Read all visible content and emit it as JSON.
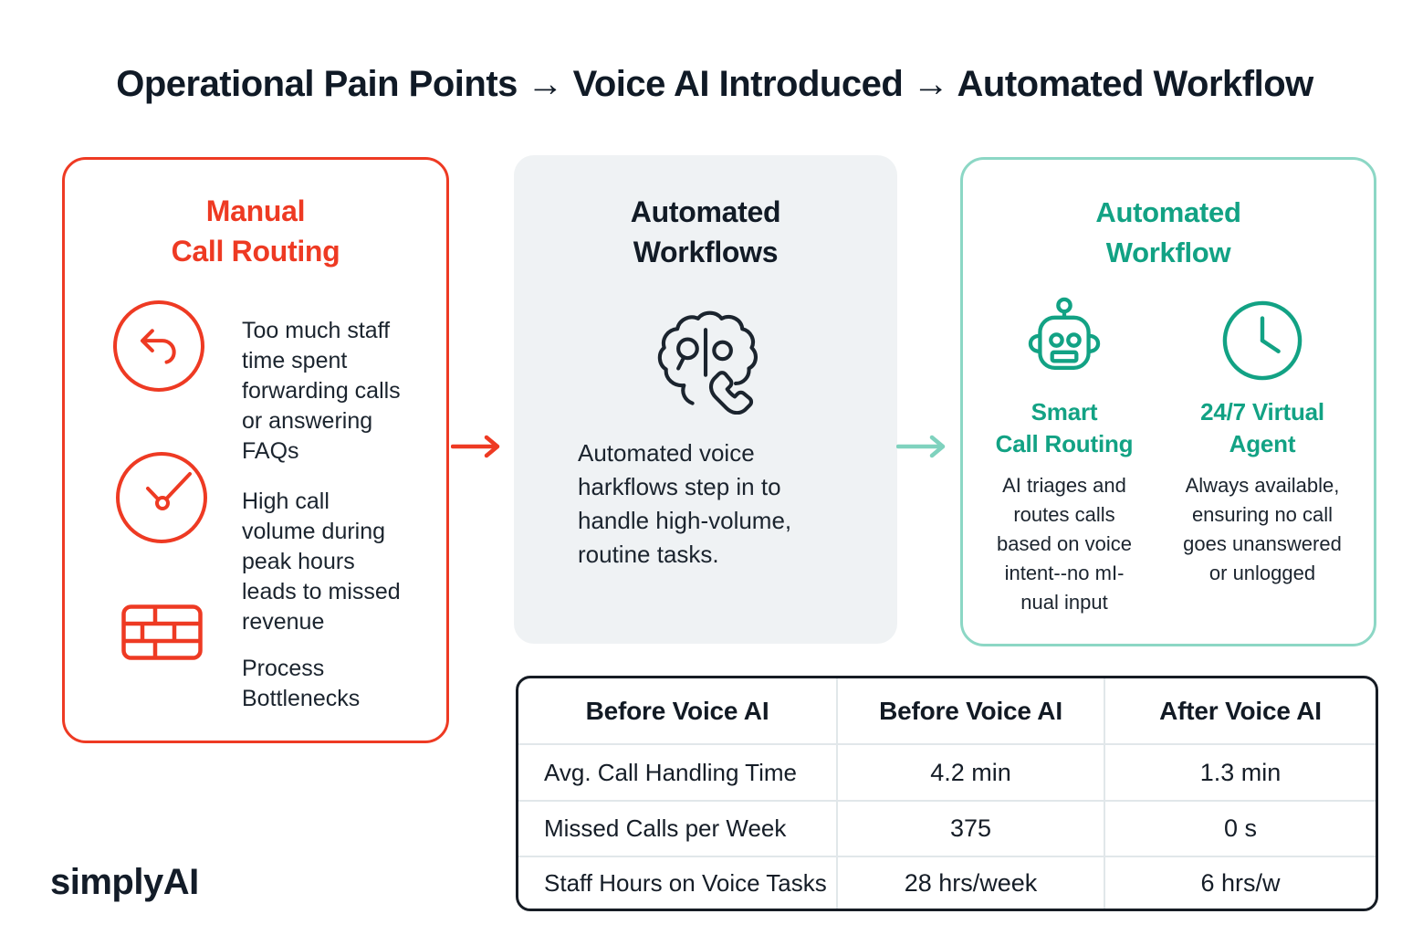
{
  "title": "Operational Pain Points → Voice AI Introduced → Automated Workflow",
  "colors": {
    "red_accent": "#EE3A23",
    "teal_accent": "#12A284",
    "teal_border": "#8CD7C5",
    "teal_arrow": "#7FD2BE",
    "navy_text": "#101A26",
    "card_gray_bg": "#EFF2F4"
  },
  "pain_box": {
    "title": "Manual\nCall Routing",
    "items": [
      {
        "icon": "undo-arrow-icon",
        "text": "Too much staff\ntime spent\nforwarding calls\nor answering\nFAQs"
      },
      {
        "icon": "clock-icon",
        "text": "High call\nvolume during\npeak hours\nleads to missed\nrevenue"
      },
      {
        "icon": "brick-wall-icon",
        "text": "Process\nBottlenecks"
      }
    ]
  },
  "middle_box": {
    "title": "Automated\nWorkflows",
    "icon": "voice-brain-icon",
    "description": "Automated voice\nharkflows step in to\nhandle high-volume,\nroutine tasks."
  },
  "result_box": {
    "title": "Automated\nWorkflow",
    "features": [
      {
        "icon": "robot-icon",
        "label": "Smart\nCall Routing",
        "description": "AI triages and\nroutes calls\nbased on voice\nintent--no mI-\nnual input"
      },
      {
        "icon": "clock-icon",
        "label": "24/7 Virtual\nAgent",
        "description": "Always available,\nensuring no call\ngoes unanswered\nor unlogged"
      }
    ]
  },
  "table": {
    "headers": [
      "Before Voice AI",
      "Before Voice AI",
      "After Voice AI"
    ],
    "rows": [
      [
        "Avg. Call Handling Time",
        "4.2 min",
        "1.3 min"
      ],
      [
        "Missed Calls per Week",
        "375",
        "0 s"
      ],
      [
        "Staff Hours on Voice Tasks",
        "28 hrs/week",
        "6 hrs/w"
      ]
    ]
  },
  "logo": "simplyAI"
}
